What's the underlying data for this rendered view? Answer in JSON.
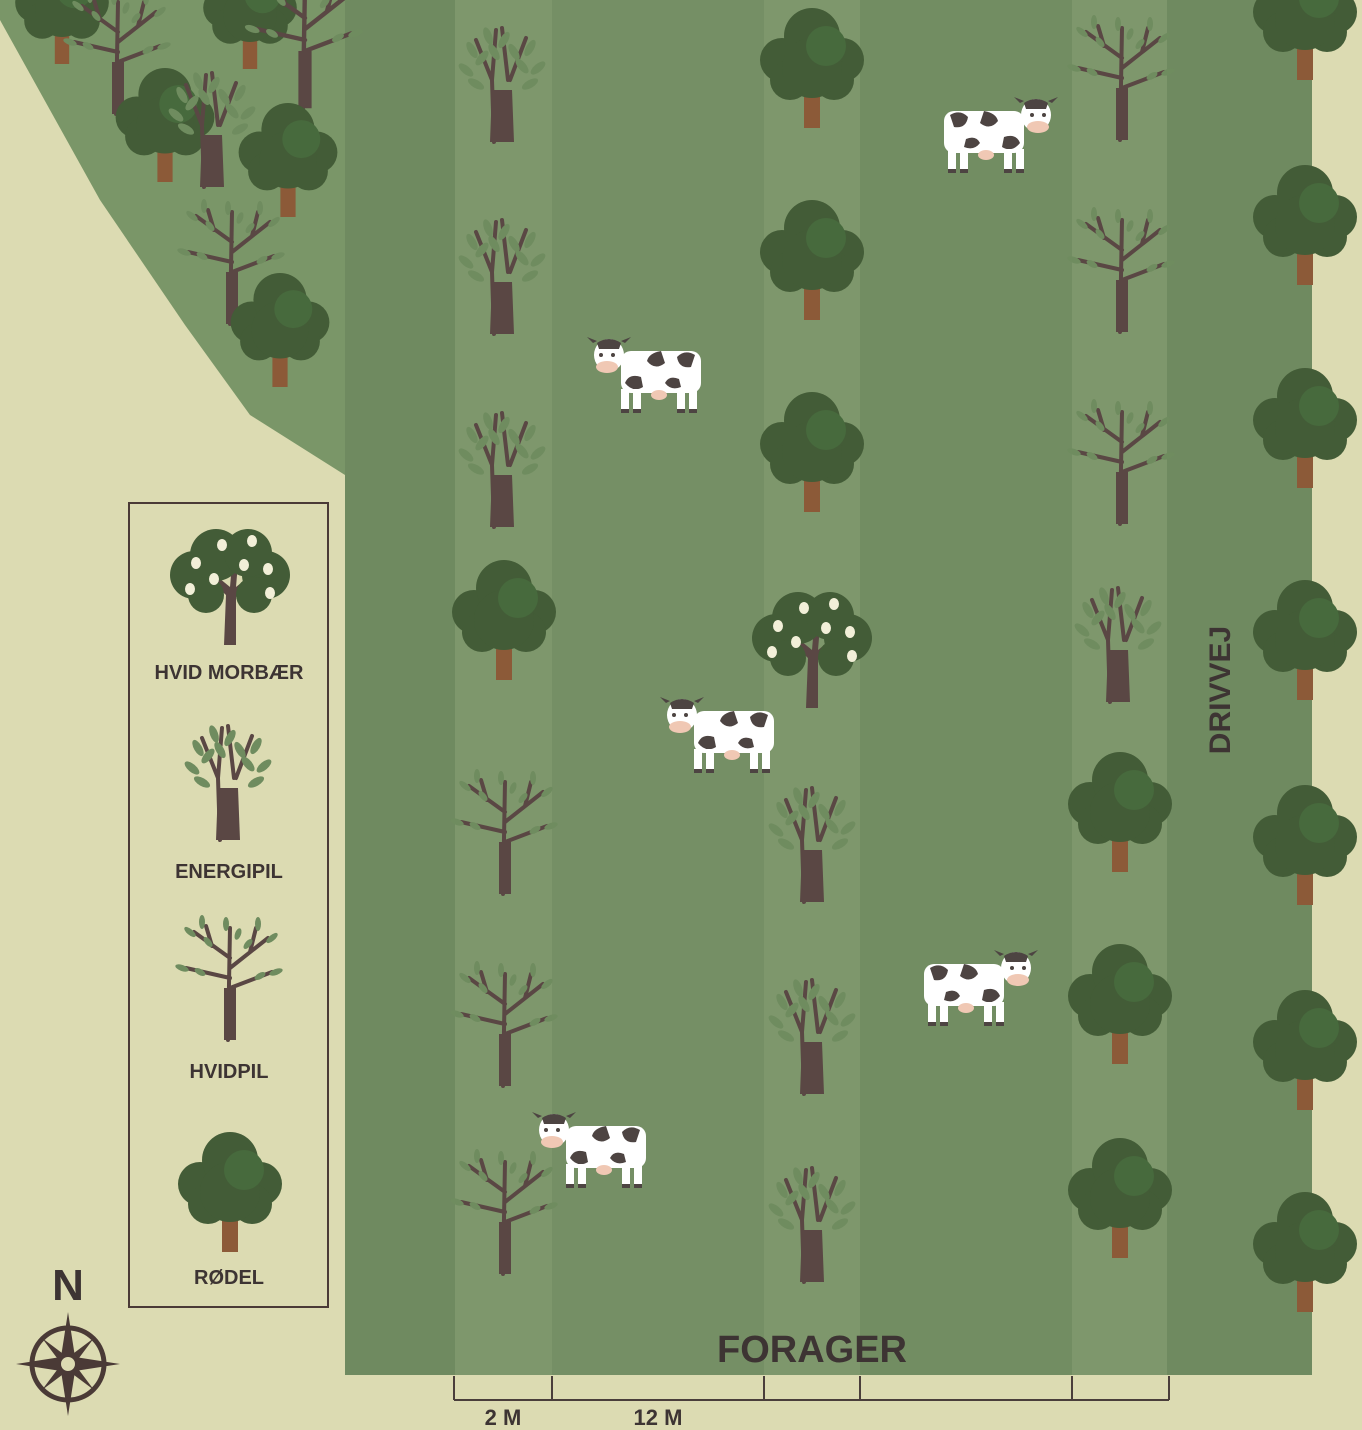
{
  "colors": {
    "background": "#dcdbb2",
    "field_dark": "#6f8a60",
    "field_mid": "#758f65",
    "strip_light": "#7e976c",
    "corner_wood": "#7a9668",
    "foliage": "#435c37",
    "foliage_light": "#476a3d",
    "trunk_brown": "#8c5a38",
    "trunk_dark": "#5a4744",
    "willow_leaf": "#6f8c5f",
    "text": "#3d3433",
    "legend_border": "#4a3a36",
    "cow_white": "#ffffff",
    "cow_spot": "#4d4442",
    "cow_nose": "#f0c8b4"
  },
  "legend": {
    "items": [
      {
        "label": "HVID MORBÆR",
        "icon": "mulberry-tree-icon"
      },
      {
        "label": "ENERGIPIL",
        "icon": "energy-willow-icon"
      },
      {
        "label": "HVIDPIL",
        "icon": "white-willow-icon"
      },
      {
        "label": "RØDEL",
        "icon": "alder-tree-icon"
      }
    ]
  },
  "compass": {
    "north_label": "N",
    "icon": "compass-rose-icon"
  },
  "labels": {
    "field": "FORAGER",
    "road": "DRIVVEJ"
  },
  "dimensions": {
    "strip_width": "2 M",
    "alley_width": "12 M"
  }
}
